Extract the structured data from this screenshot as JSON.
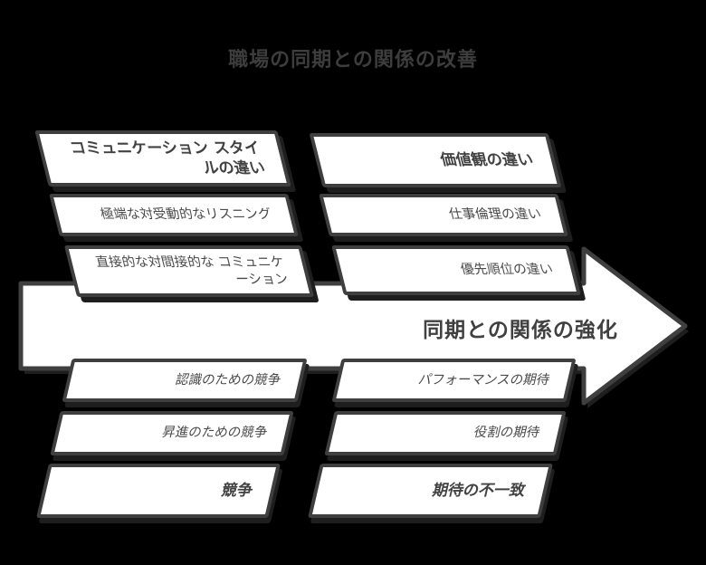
{
  "title": "職場の同期との関係の改善",
  "arrow": {
    "label": "同期との関係の強化"
  },
  "quadrants": {
    "top_left": {
      "header": "コミュニケーション スタイルの違い",
      "items": [
        "極端な対受動的なリスニング",
        "直接的な対間接的な コミュニケーション"
      ]
    },
    "top_right": {
      "header": "価値観の違い",
      "items": [
        "仕事倫理の違い",
        "優先順位の違い"
      ]
    },
    "bottom_left": {
      "header": "競争",
      "items": [
        "認識のための競争",
        "昇進のための競争"
      ]
    },
    "bottom_right": {
      "header": "期待の不一致",
      "items": [
        "パフォーマンスの期待",
        "役割の期待"
      ]
    }
  },
  "colors": {
    "background": "#000000",
    "box_fill": "#ffffff",
    "border": "#3f3f3f",
    "text": "#4a4a4a",
    "title_text": "#3d3d3d"
  }
}
